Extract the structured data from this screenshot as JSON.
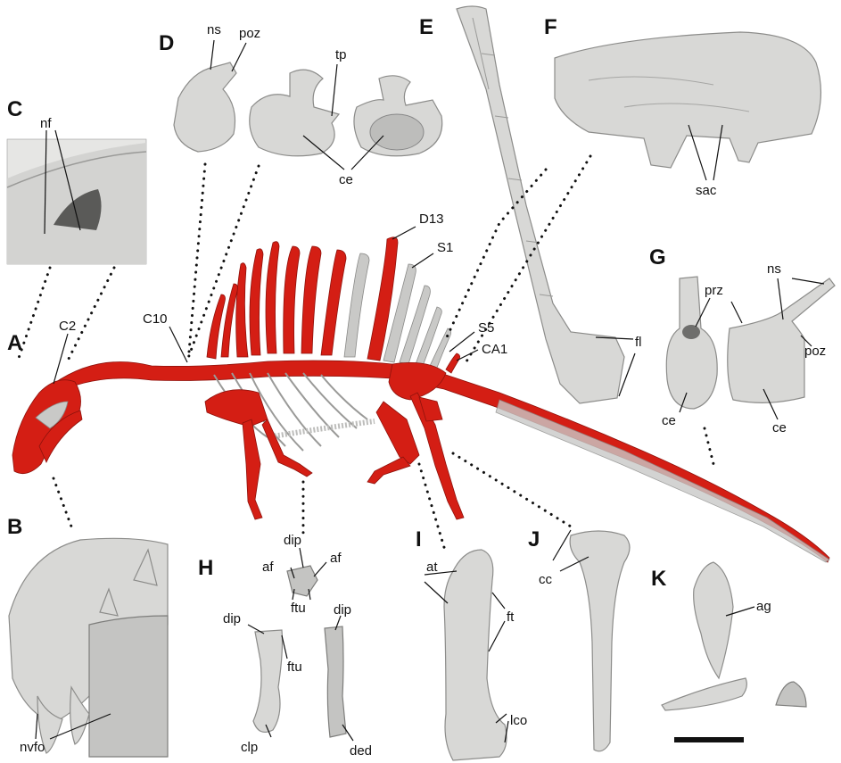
{
  "panels": {
    "A": {
      "letter": "A",
      "labels": [
        "C2",
        "C10",
        "D13",
        "S1",
        "S5",
        "CA1"
      ]
    },
    "B": {
      "letter": "B",
      "labels": [
        "nvfo"
      ]
    },
    "C": {
      "letter": "C",
      "labels": [
        "nf"
      ]
    },
    "D": {
      "letter": "D",
      "labels": [
        "ns",
        "poz",
        "tp",
        "ce"
      ]
    },
    "E": {
      "letter": "E",
      "labels": [
        "fl"
      ]
    },
    "F": {
      "letter": "F",
      "labels": [
        "sac"
      ]
    },
    "G": {
      "letter": "G",
      "labels": [
        "prz",
        "ns",
        "poz",
        "ce",
        "ce"
      ]
    },
    "H": {
      "letter": "H",
      "labels": [
        "dip",
        "af",
        "af",
        "ftu",
        "dip",
        "dip",
        "ftu",
        "clp",
        "ded"
      ]
    },
    "I": {
      "letter": "I",
      "labels": [
        "at",
        "ft",
        "lco"
      ]
    },
    "J": {
      "letter": "J",
      "labels": [
        "cc"
      ]
    },
    "K": {
      "letter": "K",
      "labels": [
        "ag"
      ]
    }
  },
  "colors": {
    "reconstructed_bone": "#d41e14",
    "missing_bone": "#c9c9c7",
    "fossil_render": "#d8d8d6"
  }
}
